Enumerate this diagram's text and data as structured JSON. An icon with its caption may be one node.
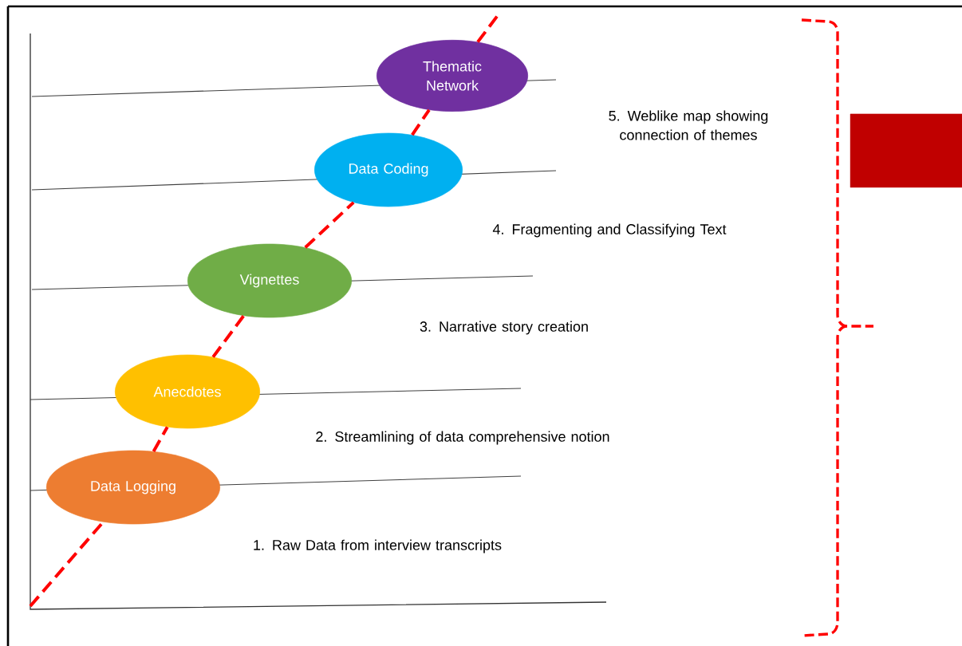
{
  "diagram": {
    "nodes": [
      {
        "text": [
          "Thematic Network"
        ]
      },
      {
        "text": [
          "Data Coding"
        ]
      },
      {
        "text": [
          "Vignettes"
        ]
      },
      {
        "text": [
          "Anecdotes"
        ]
      },
      {
        "text": [
          "Data Logging"
        ]
      },
      {
        "text": [],
        "shape": "box"
      }
    ],
    "edges": [
      {
        "from": 4,
        "to": 3,
        "arrow": "none",
        "style": "dashed"
      },
      {
        "from": 3,
        "to": 2,
        "arrow": "none",
        "style": "dashed"
      },
      {
        "from": 2,
        "to": 1,
        "arrow": "none",
        "style": "dashed"
      },
      {
        "from": 1,
        "to": 0,
        "arrow": "none",
        "style": "dashed"
      }
    ],
    "labels": [
      "5. Weblike map showing connection of themes",
      "4. Fragmenting and Classifying Text",
      "3. Narrative story creation",
      "2. Streamlining of data comprehensive notion",
      "1. Raw Data from interview transcripts"
    ]
  }
}
